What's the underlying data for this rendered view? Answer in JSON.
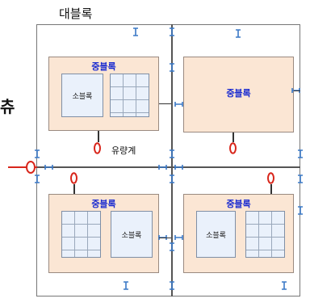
{
  "diagram": {
    "title": "대블록",
    "side_char": "츄",
    "mid_blocks": [
      {
        "label": "중블록",
        "small_label": "소블록"
      },
      {
        "label": "중블록"
      },
      {
        "label": "중블록",
        "small_label": "소블록"
      },
      {
        "label": "중블록",
        "small_label": "소블록"
      }
    ],
    "flow_label": "유량계",
    "colors": {
      "mid_fill": "#fbe6d4",
      "small_fill": "#eaf1fb",
      "label_blue": "#1a2bd0",
      "ring_red": "#d8261b",
      "spring_blue": "#3a78c6"
    }
  }
}
